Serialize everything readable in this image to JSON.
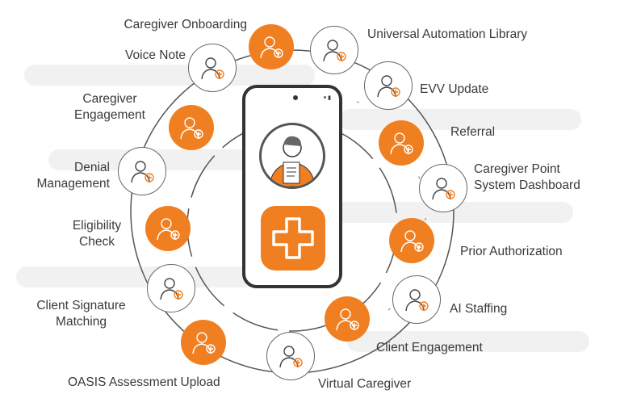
{
  "colors": {
    "accent": "#F07F22",
    "ring": "#555555"
  },
  "center": {
    "icon": "caregiver-with-clipboard",
    "app_icon": "medical-plus-icon"
  },
  "nodes": [
    {
      "label": "Caregiver Onboarding",
      "style": "orange",
      "icon": "caregiver-plus"
    },
    {
      "label": "Universal Automation Library",
      "style": "white",
      "icon": "devices"
    },
    {
      "label": "Voice Note",
      "style": "white",
      "icon": "microphone"
    },
    {
      "label": "EVV Update",
      "style": "white",
      "icon": "robot"
    },
    {
      "label": "Caregiver Engagement",
      "style": "orange",
      "icon": "gear-cycle"
    },
    {
      "label": "Referral",
      "style": "orange",
      "icon": "nurse-plus"
    },
    {
      "label": "Denial Management",
      "style": "white",
      "icon": "money-hand"
    },
    {
      "label": "Caregiver Point System Dashboard",
      "style": "white",
      "icon": "dashboard-window"
    },
    {
      "label": "Eligibility Check",
      "style": "orange",
      "icon": "hands-person"
    },
    {
      "label": "Prior Authorization",
      "style": "orange",
      "icon": "document-plus"
    },
    {
      "label": "Client Signature Matching",
      "style": "white",
      "icon": "signature-window"
    },
    {
      "label": "AI Staffing",
      "style": "white",
      "icon": "ai-head"
    },
    {
      "label": "OASIS Assessment Upload",
      "style": "orange",
      "icon": "person-upload"
    },
    {
      "label": "Client Engagement",
      "style": "orange",
      "icon": "client-document"
    },
    {
      "label": "Virtual Caregiver",
      "style": "white",
      "icon": "virtual-window"
    }
  ],
  "labels": {
    "caregiver_engagement": [
      "Caregiver",
      "Engagement"
    ],
    "denial_management": [
      "Denial",
      "Management"
    ],
    "caregiver_point": [
      "Caregiver Point",
      "System Dashboard"
    ],
    "eligibility": [
      "Eligibility",
      "Check"
    ],
    "client_signature": [
      "Client Signature",
      "Matching"
    ]
  }
}
